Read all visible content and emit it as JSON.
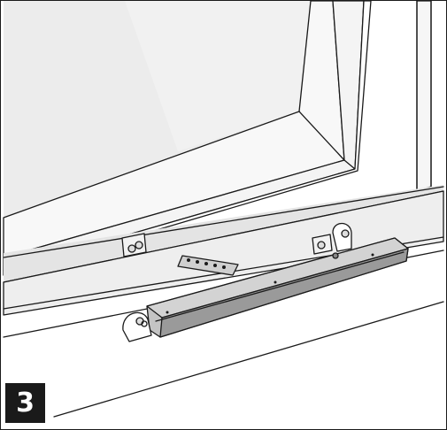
{
  "step": {
    "number": "3"
  },
  "colors": {
    "line": "#1a1a1a",
    "glass": "#ececec",
    "frame": "#f7f7f7",
    "shadow": "#d6d6d6",
    "actuator": "#c4c4c4",
    "actuator_dark": "#9a9a9a",
    "badge": "#1a1a1a"
  },
  "icons": [
    "window-sash",
    "chain-actuator",
    "bracket"
  ]
}
